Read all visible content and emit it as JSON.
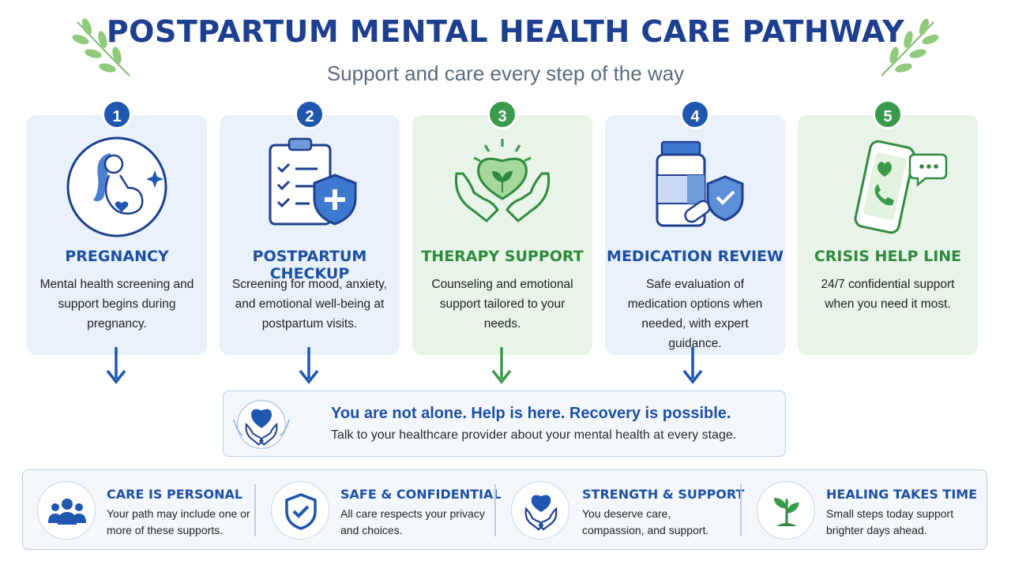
{
  "header": {
    "title": "POSTPARTUM MENTAL HEALTH CARE PATHWAY",
    "subtitle": "Support and care every step of the way"
  },
  "colors": {
    "blue": "#1d4fa3",
    "green": "#2f8a40",
    "card_blue_bg": "#e9f1fb",
    "card_green_bg": "#e8f4e8"
  },
  "steps": [
    {
      "number": "1",
      "title": "PREGNANCY",
      "description": "Mental health screening and support begins during pregnancy.",
      "icon": "pregnant-woman-icon"
    },
    {
      "number": "2",
      "title": "POSTPARTUM CHECKUP",
      "description": "Screening for mood, anxiety, and emotional well-being at postpartum visits.",
      "icon": "clipboard-shield-icon"
    },
    {
      "number": "3",
      "title": "THERAPY SUPPORT",
      "description": "Counseling and emotional support tailored to your needs.",
      "icon": "hands-heart-icon"
    },
    {
      "number": "4",
      "title": "MEDICATION REVIEW",
      "description": "Safe evaluation of medication options when needed, with expert guidance.",
      "icon": "medicine-bottle-icon"
    },
    {
      "number": "5",
      "title": "CRISIS HELP LINE",
      "description": "24/7 confidential support when you need it most.",
      "icon": "phone-chat-icon"
    }
  ],
  "banner": {
    "headline": "You are not alone. Help is here. Recovery is possible.",
    "text": "Talk to your healthcare provider about your mental health at every stage."
  },
  "footer": [
    {
      "title": "CARE IS PERSONAL",
      "description": "Your path may include one or more of these supports.",
      "icon": "people-group-icon"
    },
    {
      "title": "SAFE & CONFIDENTIAL",
      "description": "All care respects your privacy and choices.",
      "icon": "shield-check-icon"
    },
    {
      "title": "STRENGTH & SUPPORT",
      "description": "You deserve care, compassion, and support.",
      "icon": "hands-heart-icon"
    },
    {
      "title": "HEALING TAKES TIME",
      "description": "Small steps today support brighter days ahead.",
      "icon": "sprout-icon"
    }
  ]
}
